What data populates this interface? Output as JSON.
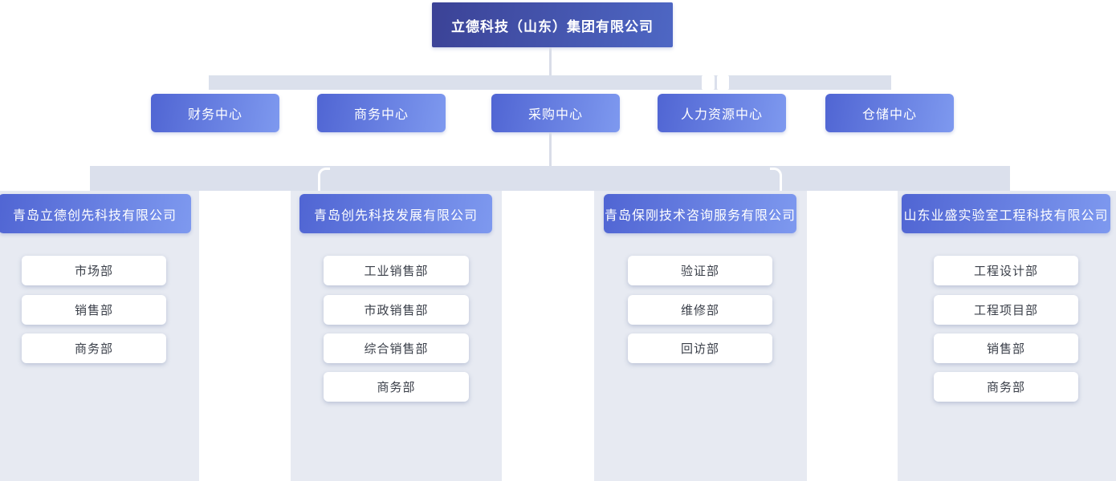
{
  "colors": {
    "root-grad-a": "#3b4296",
    "root-grad-b": "#4e67c4",
    "node-grad-a": "#5065d3",
    "node-grad-b": "#7e99ef",
    "bar-bg": "#dbe0ec",
    "panel-bg": "#e7eaf2",
    "line": "#d9dde8",
    "node-text": "#ffffff",
    "dept-bg": "#ffffff",
    "dept-text": "#3a3f49"
  },
  "root": {
    "label": "立德科技（山东）集团有限公司"
  },
  "centers": [
    {
      "label": "财务中心"
    },
    {
      "label": "商务中心"
    },
    {
      "label": "采购中心"
    },
    {
      "label": "人力资源中心"
    },
    {
      "label": "仓储中心"
    }
  ],
  "companies": [
    {
      "name": "青岛立德创先科技有限公司",
      "departments": [
        "市场部",
        "销售部",
        "商务部"
      ]
    },
    {
      "name": "青岛创先科技发展有限公司",
      "departments": [
        "工业销售部",
        "市政销售部",
        "综合销售部",
        "商务部"
      ]
    },
    {
      "name": "青岛保刚技术咨询服务有限公司",
      "departments": [
        "验证部",
        "维修部",
        "回访部"
      ]
    },
    {
      "name": "山东业盛实验室工程科技有限公司",
      "departments": [
        "工程设计部",
        "工程项目部",
        "销售部",
        "商务部"
      ]
    }
  ]
}
